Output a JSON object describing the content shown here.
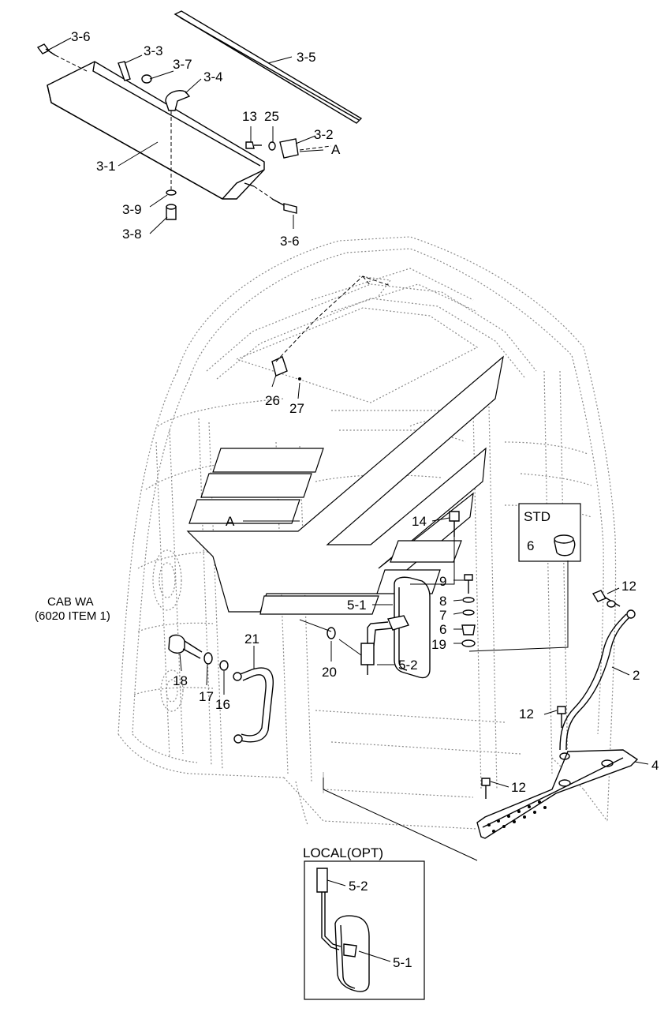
{
  "diagram": {
    "callouts": {
      "c_3_6_top": "3-6",
      "c_3_3": "3-3",
      "c_3_7": "3-7",
      "c_3_5": "3-5",
      "c_3_4": "3-4",
      "c_13": "13",
      "c_25": "25",
      "c_3_2": "3-2",
      "c_A_top": "A",
      "c_3_1": "3-1",
      "c_3_9": "3-9",
      "c_3_8": "3-8",
      "c_3_6_bottom": "3-6",
      "c_26": "26",
      "c_27": "27",
      "c_A_mid": "A",
      "c_14": "14",
      "c_9": "9",
      "c_8": "8",
      "c_7": "7",
      "c_6": "6",
      "c_19": "19",
      "c_5_1": "5-1",
      "c_5_2": "5-2",
      "c_20": "20",
      "c_21": "21",
      "c_18": "18",
      "c_17": "17",
      "c_16": "16",
      "c_12_top": "12",
      "c_2": "2",
      "c_12_mid": "12",
      "c_4": "4",
      "c_12_bottom": "12",
      "c_6_std": "6",
      "c_5_2_local": "5-2",
      "c_5_1_local": "5-1"
    },
    "boxes": {
      "std_title": "STD",
      "local_title": "LOCAL(OPT)"
    },
    "cab_note": {
      "line1": "CAB WA",
      "line2": "(6020 ITEM 1)"
    }
  }
}
